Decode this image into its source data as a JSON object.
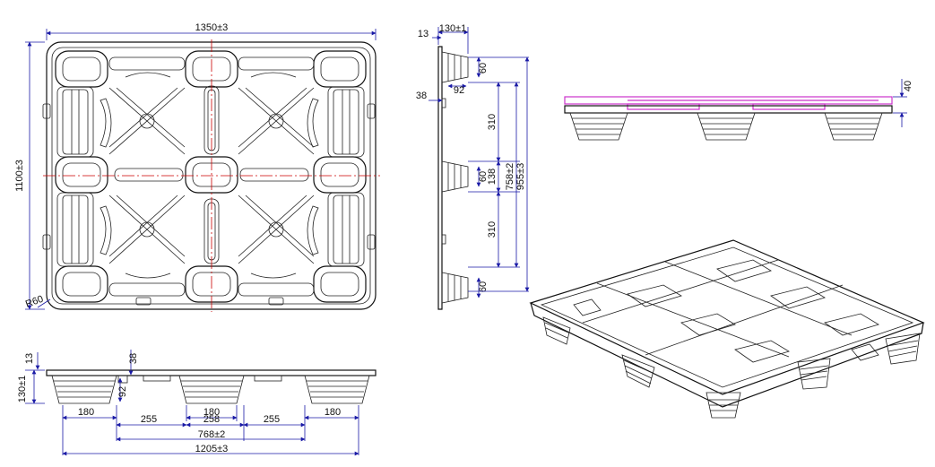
{
  "top_view": {
    "width_label": "1350±3",
    "height_label": "1100±3",
    "radius_label": "R60"
  },
  "side_view": {
    "d_13": "13",
    "d_130": "130±1",
    "d_38": "38",
    "d_92": "92",
    "d_60_top": "60",
    "d_310_top": "310",
    "d_60_mid": "60",
    "d_138": "138",
    "d_758": "758±2",
    "d_955": "955±3",
    "d_310_bot": "310",
    "d_60_bot": "60"
  },
  "front_view": {
    "d_13": "13",
    "d_130": "130±1",
    "d_38": "38",
    "d_92": "92",
    "d_180_left": "180",
    "d_255_left": "255",
    "d_180_mid": "180",
    "d_258": "258",
    "d_255_right": "255",
    "d_180_right": "180",
    "d_768": "768±2",
    "d_1205": "1205±3"
  },
  "stack_view": {
    "d_40": "40"
  },
  "colors": {
    "outline": "#111111",
    "dimension": "#1a1aa6",
    "centerline": "#cc0000",
    "stack_highlight": "#cc33cc"
  }
}
